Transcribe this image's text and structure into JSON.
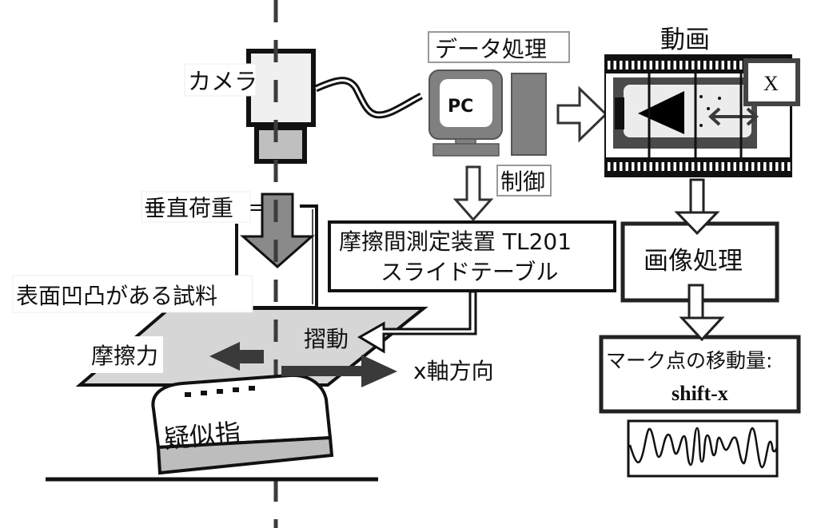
{
  "diagram": {
    "camera": {
      "label": "カメラ"
    },
    "data_processing": {
      "label": "データ処理"
    },
    "pc": {
      "label": "PC"
    },
    "control": {
      "label": "制御"
    },
    "video": {
      "label": "動画",
      "marker_label": "X"
    },
    "vertical_load": {
      "label": "垂直荷重"
    },
    "tester": {
      "line1": "摩擦間測定装置 TL201",
      "line2": "スライドテーブル"
    },
    "sample": {
      "label": "表面凹凸がある試料"
    },
    "sliding": {
      "label": "摺動"
    },
    "friction_force": {
      "label": "摩擦力"
    },
    "x_axis_direction": {
      "label": "x軸方向"
    },
    "pseudo_finger": {
      "label": "疑似指"
    },
    "image_processing": {
      "label": "画像処理"
    },
    "mark_shift": {
      "line1": "マーク点の移動量:",
      "line2": "shift-x"
    },
    "colors": {
      "outline": "#111111",
      "dark_arrow": "#3a3a3a",
      "load_arrow": "#8a8a8a",
      "plate": "#d6d6d6",
      "camera_body": "#f0f0f0",
      "camera_lens": "#bfbfbf",
      "pc_gray": "#808080",
      "finger_pad": "#bdbdbd",
      "centerline": "#3c3c3c"
    }
  }
}
